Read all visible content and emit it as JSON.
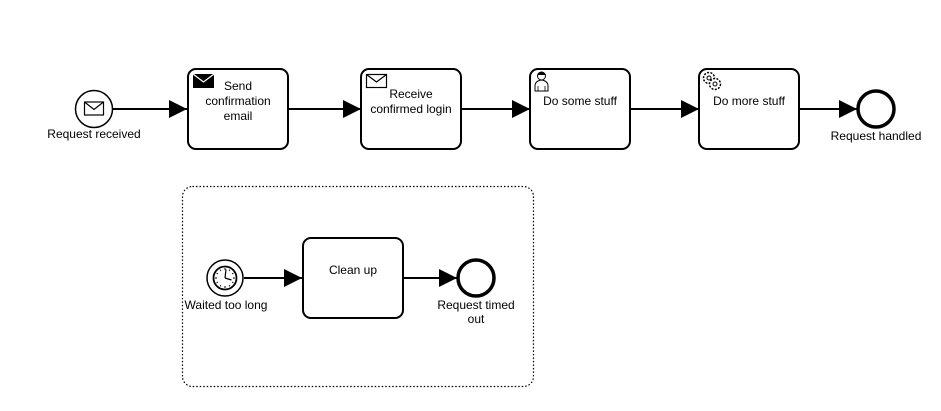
{
  "events": {
    "start_main": {
      "label": "Request received"
    },
    "end_main": {
      "label": "Request handled"
    },
    "start_timer": {
      "label": "Waited too long"
    },
    "end_timeout": {
      "label_line1": "Request timed",
      "label_line2": "out"
    }
  },
  "tasks": {
    "send_email": {
      "line1": "Send",
      "line2": "confirmation",
      "line3": "email",
      "icon": "envelope-filled-icon"
    },
    "receive_login": {
      "line1": "Receive",
      "line2": "confirmed login",
      "icon": "envelope-outline-icon"
    },
    "do_stuff": {
      "line1": "Do some stuff",
      "icon": "user-icon"
    },
    "do_more_stuff": {
      "line1": "Do more stuff",
      "icon": "gears-icon"
    },
    "clean_up": {
      "line1": "Clean up"
    }
  }
}
